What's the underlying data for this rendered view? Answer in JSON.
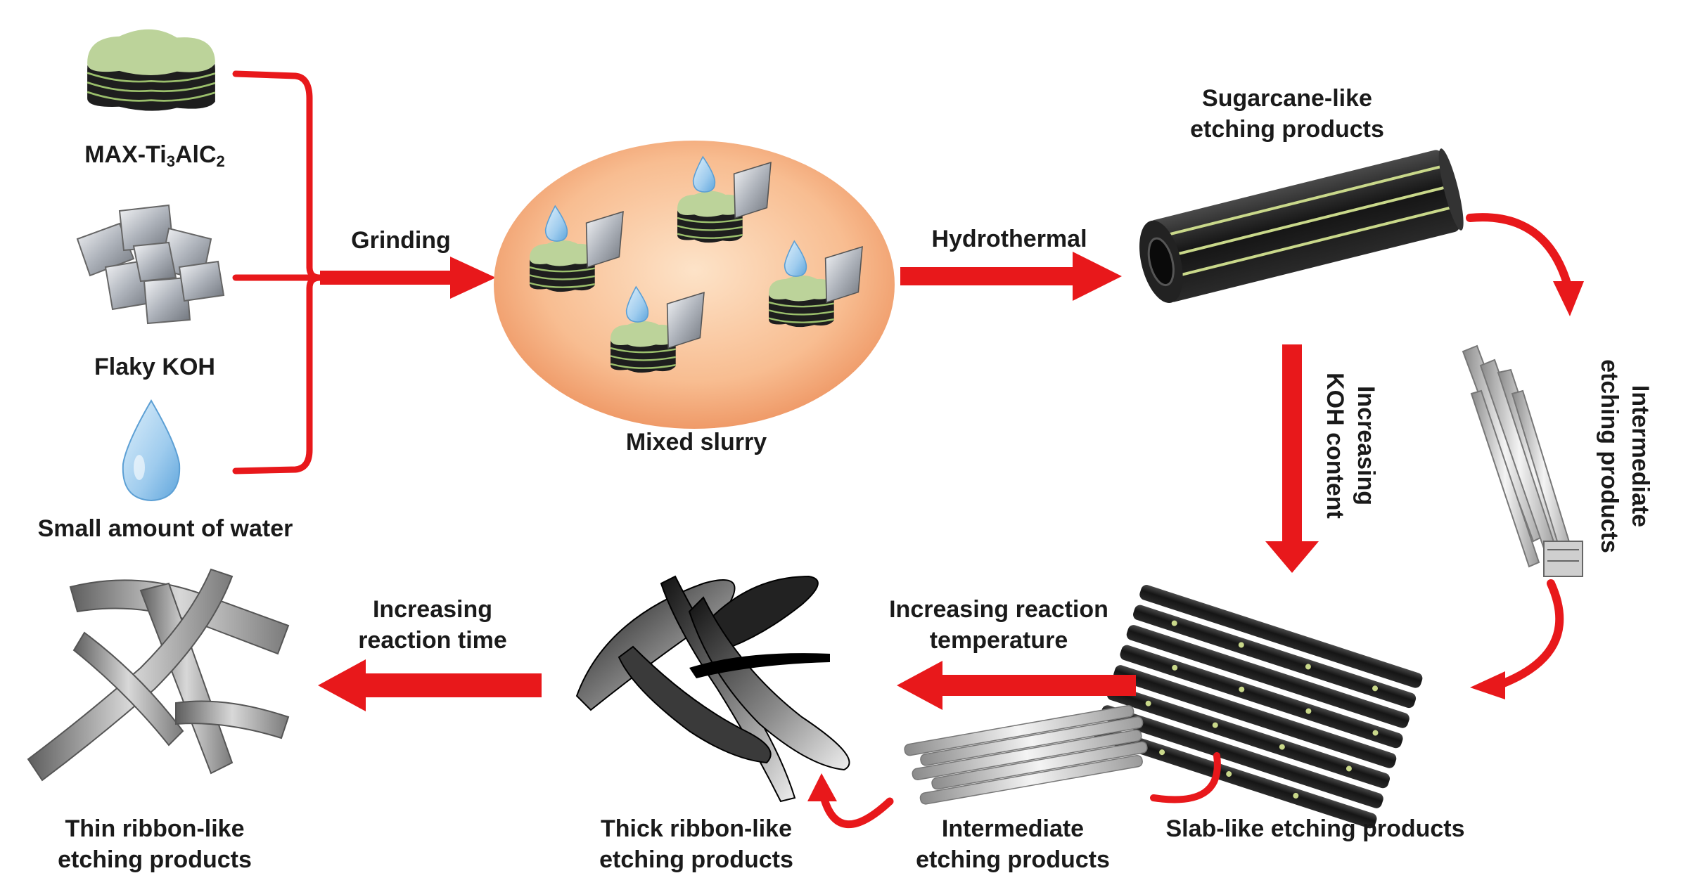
{
  "inputs": {
    "max": {
      "prefix": "MAX-Ti",
      "sub1": "3",
      "mid": "AlC",
      "sub2": "2"
    },
    "koh": "Flaky KOH",
    "water": "Small amount of water"
  },
  "steps": {
    "grinding": "Grinding",
    "hydrothermal": "Hydrothermal",
    "koh_content": [
      "Increasing",
      "KOH content"
    ],
    "reaction_temperature": [
      "Increasing reaction",
      "temperature"
    ],
    "reaction_time": [
      "Increasing",
      "reaction time"
    ]
  },
  "products": {
    "mixed_slurry": "Mixed slurry",
    "sugarcane": [
      "Sugarcane-like",
      "etching products"
    ],
    "intermediate_right": [
      "Intermediate",
      "etching products"
    ],
    "slab": "Slab-like etching products",
    "intermediate_bottom": [
      "Intermediate",
      "etching products"
    ],
    "thick_ribbon": [
      "Thick ribbon-like",
      "etching products"
    ],
    "thin_ribbon": [
      "Thin ribbon-like",
      "etching products"
    ]
  },
  "colors": {
    "arrow": "#e8181b",
    "max_top": "#bcd39a",
    "max_layer": "#222222",
    "slurry_center": "#fcd9b8",
    "slurry_edge": "#f3a273",
    "water": "#a9d2f0",
    "rod": "#1c1c1c",
    "rod_stripe": "#c9d88a"
  }
}
